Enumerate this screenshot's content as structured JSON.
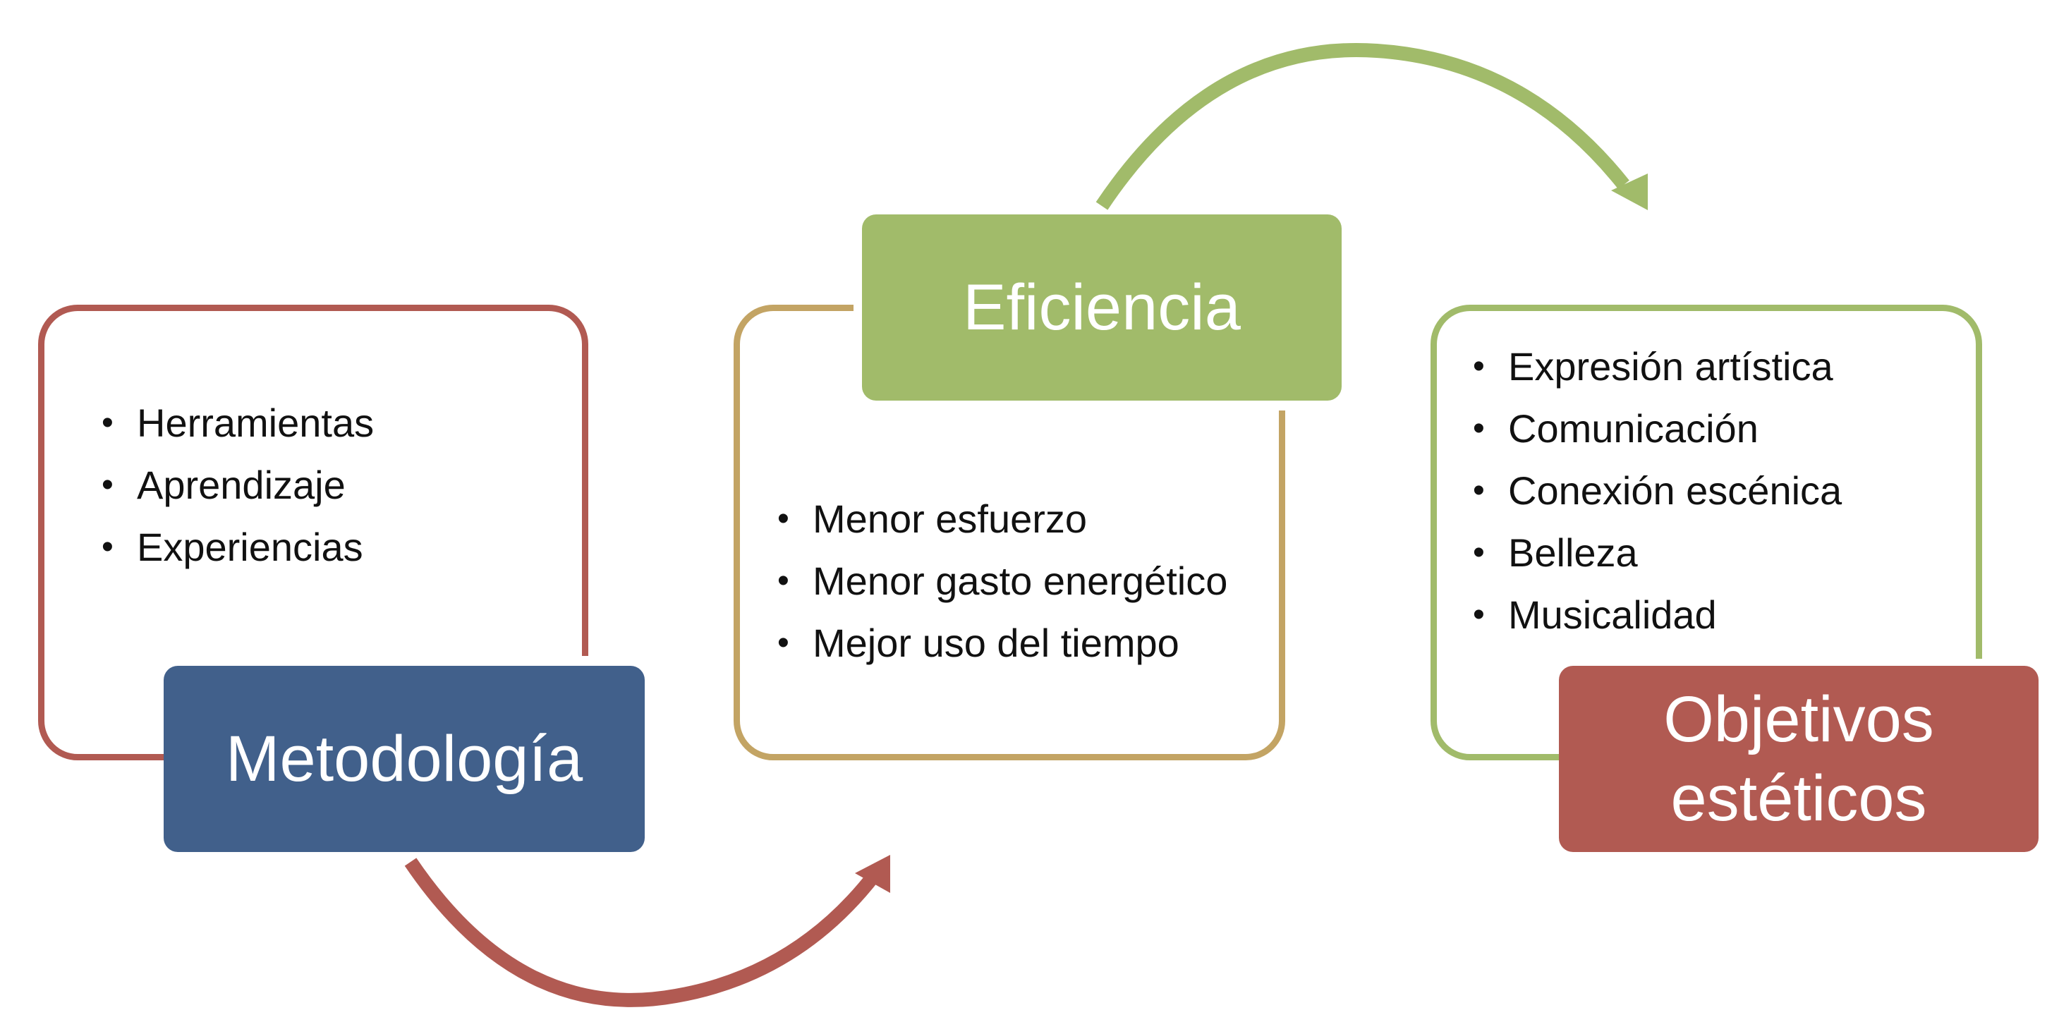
{
  "colors": {
    "red": "#b15a52",
    "blue": "#41608b",
    "green": "#a1bb6a",
    "gold": "#c3a464",
    "white": "#ffffff",
    "text": "#111111"
  },
  "stages": [
    {
      "label": "Metodología",
      "items": [
        "Herramientas",
        "Aprendizaje",
        "Experiencias"
      ]
    },
    {
      "label": "Eficiencia",
      "items": [
        "Menor esfuerzo",
        "Menor gasto energético",
        "Mejor uso del tiempo"
      ]
    },
    {
      "label_lines": [
        "Objetivos",
        "estéticos"
      ],
      "items": [
        "Expresión artística",
        "Comunicación",
        "Conexión escénica",
        "Belleza",
        "Musicalidad"
      ]
    }
  ]
}
